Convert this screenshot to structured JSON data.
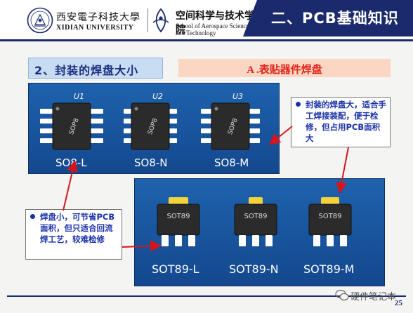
{
  "header": {
    "university_cn": "西安電子科技大學",
    "university_en": "XIDIAN UNIVERSITY",
    "school_cn": "空间科学与技术学院",
    "school_en": "School of Aerospace Science and Technology",
    "title": "二、PCB基础知识"
  },
  "subtitle": "2、封装的焊盘大小",
  "section_label": "A .表贴器件焊盘",
  "sop_board": {
    "components": [
      {
        "ref": "U1",
        "body": "SOP8",
        "footprint": "SO8-L"
      },
      {
        "ref": "U2",
        "body": "SOP8",
        "footprint": "SO8-N"
      },
      {
        "ref": "U3",
        "body": "SOP8",
        "footprint": "SO8-M"
      }
    ]
  },
  "sot_board": {
    "components": [
      {
        "body": "SOT89",
        "footprint": "SOT89-L"
      },
      {
        "body": "SOT89",
        "footprint": "SOT89-N"
      },
      {
        "body": "SOT89",
        "footprint": "SOT89-M"
      }
    ]
  },
  "callouts": {
    "large_pad": "封装的焊盘大，适合手工焊接装配，便于检修，但占用PCB面积大",
    "small_pad": "焊盘小，可节省PCB面积，但只适合回流焊工艺，较难检修"
  },
  "footer": {
    "watermark": "硬件笔记本",
    "page_number": "25"
  },
  "colors": {
    "navy": "#1b2a6d",
    "board_blue": "#1e62ad",
    "pad_white": "#ffffff",
    "pad_yellow": "#f4d23c",
    "callout_text": "#1a30a8",
    "arrow_red": "#d8141b",
    "section_text": "#e2231a"
  }
}
